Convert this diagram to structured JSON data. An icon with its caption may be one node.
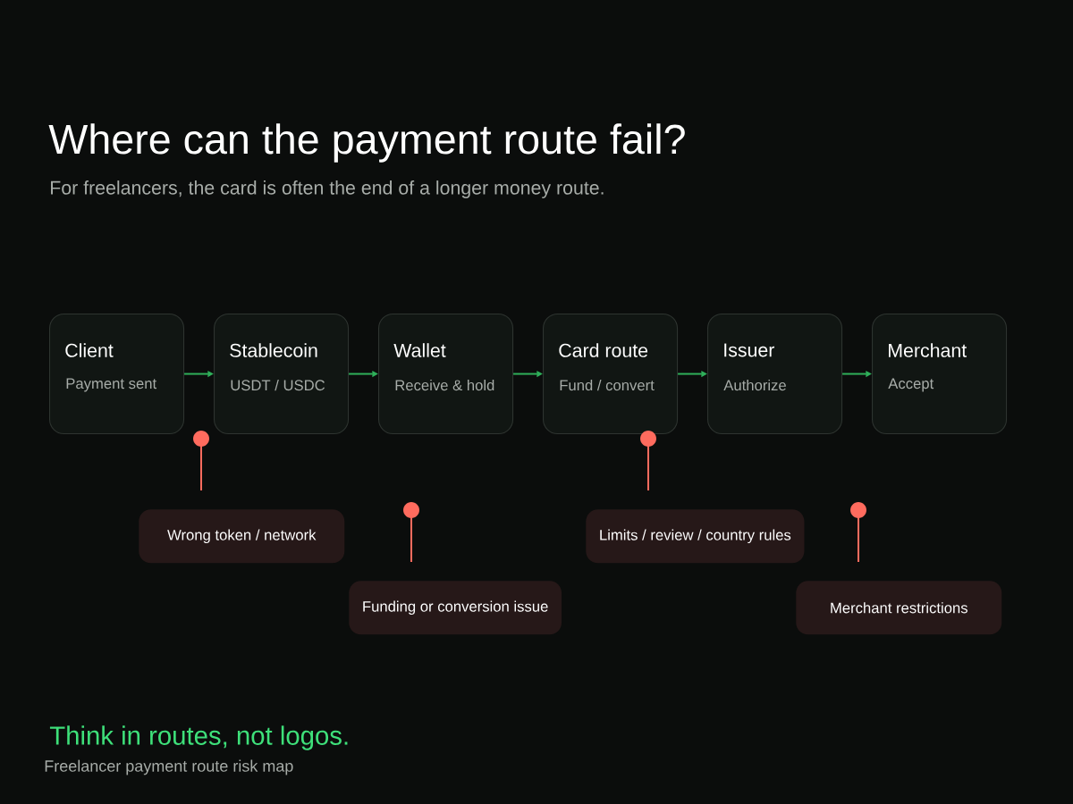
{
  "diagram": {
    "title": "Where can the payment route fail?",
    "nodes": [
      {
        "text": [
          "Client",
          "Payment sent"
        ]
      },
      {
        "text": [
          "Stablecoin",
          "USDT / USDC"
        ]
      },
      {
        "text": [
          "Wallet",
          "Receive & hold"
        ]
      },
      {
        "text": [
          "Card route",
          "Fund / convert"
        ]
      },
      {
        "text": [
          "Issuer",
          "Authorize"
        ]
      },
      {
        "text": [
          "Merchant",
          "Accept"
        ]
      },
      {
        "text": [
          "Wrong token / network"
        ]
      },
      {
        "text": [
          "Funding or conversion issue"
        ]
      },
      {
        "text": [
          "Limits / review / country rules"
        ]
      },
      {
        "text": [
          "Merchant restrictions"
        ]
      }
    ],
    "edges": [
      {
        "from": 0,
        "to": 1,
        "arrow": "to"
      },
      {
        "from": 1,
        "to": 2,
        "arrow": "to"
      },
      {
        "from": 2,
        "to": 3,
        "arrow": "to"
      },
      {
        "from": 3,
        "to": 4,
        "arrow": "to"
      },
      {
        "from": 4,
        "to": 5,
        "arrow": "to"
      }
    ],
    "labels": [
      "For freelancers, the card is often the end of a longer money route.",
      "Think in routes, not logos.",
      "Freelancer payment route risk map"
    ]
  }
}
